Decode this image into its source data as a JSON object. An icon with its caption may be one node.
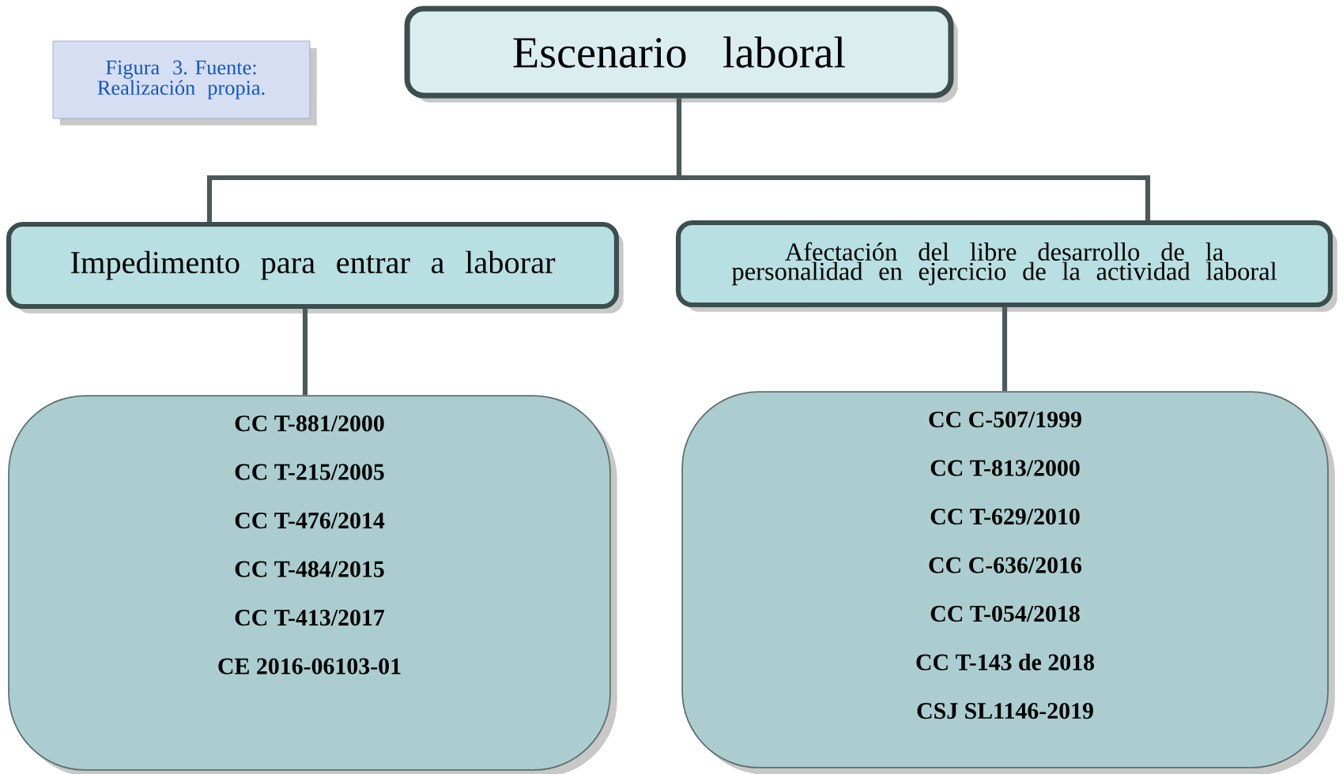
{
  "diagram": {
    "nodes": [
      {
        "text": [
          "Figura 3. Fuente: Realización propia."
        ]
      },
      {
        "text": [
          "Escenario laboral"
        ]
      },
      {
        "text": [
          "Impedimento para entrar a laborar"
        ]
      },
      {
        "text": [
          "Afectación del libre desarrollo de la personalidad en ejercicio de la actividad laboral"
        ]
      },
      {
        "text": [
          "CC T-881/2000",
          "CC T-215/2005",
          "CC T-476/2014",
          "CC T-484/2015",
          "CC T-413/2017",
          "CE 2016-06103-01"
        ]
      },
      {
        "text": [
          "CC C-507/1999",
          "CC T-813/2000",
          "CC T-629/2010",
          "CC C-636/2016",
          "CC T-054/2018",
          "CC T-143 de 2018",
          "CSJ SL1146-2019"
        ]
      }
    ],
    "edges": [
      {
        "from": 1,
        "to": 2,
        "arrow": "none"
      },
      {
        "from": 1,
        "to": 3,
        "arrow": "none"
      },
      {
        "from": 2,
        "to": 4,
        "arrow": "none"
      },
      {
        "from": 3,
        "to": 5,
        "arrow": "none"
      }
    ]
  }
}
